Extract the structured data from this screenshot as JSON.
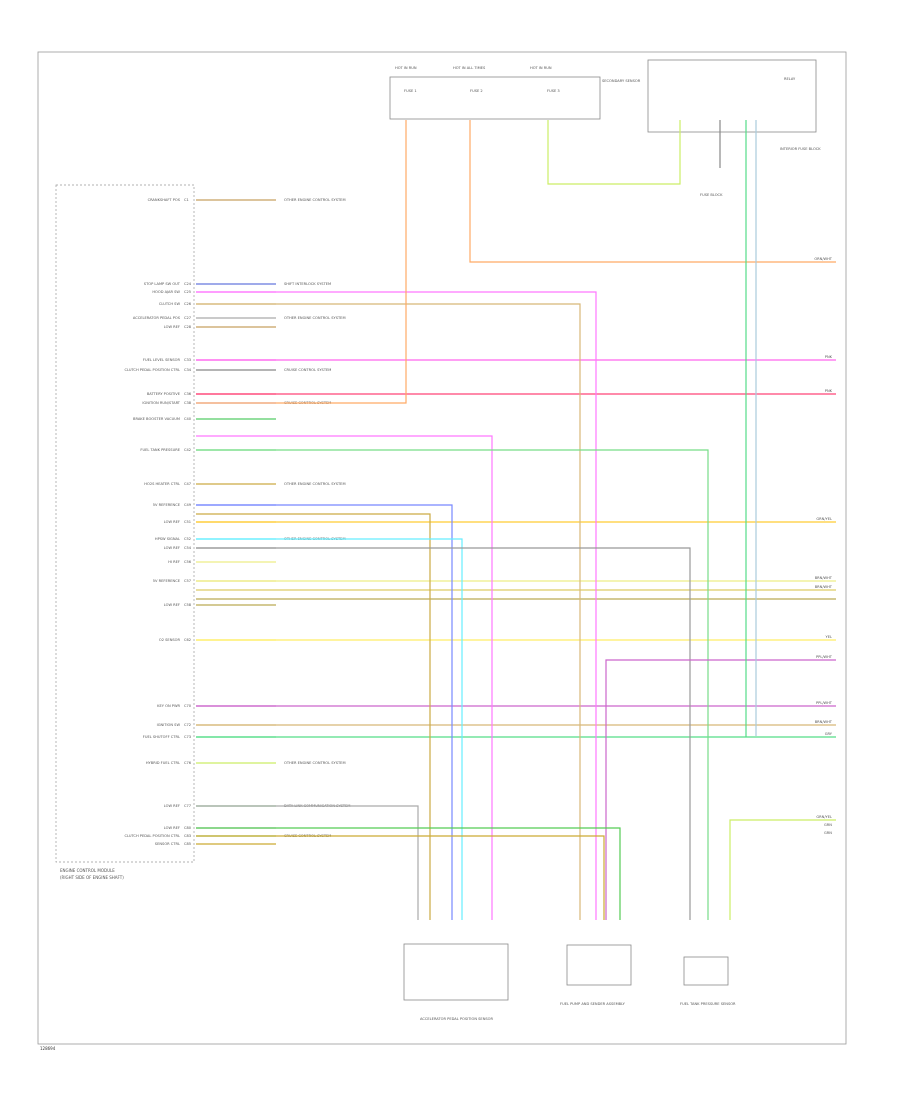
{
  "figure_id": "128694",
  "ecm_title": "ENGINE CONTROL MODULE",
  "ecm_sub": "(RIGHT SIDE OF ENGINE SHAFT)",
  "ecm_pins": [
    {
      "label": "CRANKSHAFT POS",
      "circuit": "C1",
      "color": "#c8a060",
      "note": "OTHER ENGINE CONTROL SYSTEM"
    },
    {
      "label": "STOP LAMP SW OUT",
      "circuit": "C24",
      "color": "#6677dd",
      "note": "SHIFT INTERLOCK SYSTEM"
    },
    {
      "label": "HOOD AJAR SW",
      "circuit": "C25",
      "color": "#ff77ff",
      "note": ""
    },
    {
      "label": "CLUTCH SW",
      "circuit": "C26",
      "color": "#d8b878",
      "note": ""
    },
    {
      "label": "ACCELERATOR PEDAL POS",
      "circuit": "C27",
      "color": "#aaaaaa",
      "note": "OTHER ENGINE CONTROL SYSTEM"
    },
    {
      "label": "LOW REF",
      "circuit": "C28",
      "color": "#c8a060",
      "note": ""
    },
    {
      "label": "FUEL LEVEL SENSOR",
      "circuit": "C33",
      "color": "#ff66ee",
      "note": ""
    },
    {
      "label": "CLUTCH PEDAL POSITION CTRL",
      "circuit": "C34",
      "color": "#888888",
      "note": "CRUISE CONTROL SYSTEM"
    },
    {
      "label": "BATTERY POSITIVE",
      "circuit": "C36",
      "color": "#ff4477",
      "note": ""
    },
    {
      "label": "IGNITION RUN/START",
      "circuit": "C38",
      "color": "#9999ff",
      "note": "CRUISE CONTROL SYSTEM"
    },
    {
      "label": "BRAKE BOOSTER VACUUM",
      "circuit": "C40",
      "color": "#55cc66",
      "note": ""
    },
    {
      "label": "FUEL TANK PRESSURE",
      "circuit": "C42",
      "color": "#77dd88",
      "note": ""
    },
    {
      "label": "HO2S HEATER CTRL",
      "circuit": "C47",
      "color": "#ccaa44",
      "note": "OTHER ENGINE CONTROL SYSTEM"
    },
    {
      "label": "5V REFERENCE",
      "circuit": "C49",
      "color": "#7788ff",
      "note": ""
    },
    {
      "label": "LOW REF",
      "circuit": "C51",
      "color": "#ffcc33",
      "note": ""
    },
    {
      "label": "HPSW SIGNAL",
      "circuit": "C52",
      "color": "#66eeff",
      "note": "OTHER ENGINE CONTROL SYSTEM"
    },
    {
      "label": "LOW REF",
      "circuit": "C54",
      "color": "#999999",
      "note": ""
    },
    {
      "label": "HI REF",
      "circuit": "C56",
      "color": "#eeee88",
      "note": ""
    },
    {
      "label": "5V REFERENCE",
      "circuit": "C57",
      "color": "#ddcc66",
      "note": ""
    },
    {
      "label": "LOW REF",
      "circuit": "C58",
      "color": "#bbaa55",
      "note": ""
    },
    {
      "label": "O2 SENSOR",
      "circuit": "C62",
      "color": "#ffee66",
      "note": ""
    },
    {
      "label": "KEY ON PWR",
      "circuit": "C70",
      "color": "#cc66cc",
      "note": ""
    },
    {
      "label": "IGNITION SW",
      "circuit": "C72",
      "color": "#d8b878",
      "note": ""
    },
    {
      "label": "FUEL SHUTOFF CTRL",
      "circuit": "C73",
      "color": "#55dd88",
      "note": ""
    },
    {
      "label": "HYBRID FUEL CTRL",
      "circuit": "C76",
      "color": "#ccee66",
      "note": "OTHER ENGINE CONTROL SYSTEM"
    },
    {
      "label": "LOW REF",
      "circuit": "C77",
      "color": "#55cc55",
      "note": "DATA LINK COMMUNICATION SYSTEM"
    },
    {
      "label": "LOW REF",
      "circuit": "C80",
      "color": "#aaaaaa",
      "note": ""
    },
    {
      "label": "CLUTCH PEDAL POSITION CTRL",
      "circuit": "C83",
      "color": "#55cc55",
      "note": "CRUISE CONTROL SYSTEM"
    },
    {
      "label": "SENSOR CTRL",
      "circuit": "C85",
      "color": "#ccaa33",
      "note": ""
    }
  ],
  "fuses": [
    {
      "label": "HOT IN RUN",
      "name": "FUSE 1"
    },
    {
      "label": "HOT IN ALL TIMES",
      "name": "FUSE 2"
    },
    {
      "label": "HOT IN RUN",
      "name": "FUSE 3"
    }
  ],
  "top_components": [
    "SECONDARY SENSOR",
    "RELAY",
    "FUSE BLOCK",
    "INTERIOR FUSE BLOCK"
  ],
  "bottom_components": [
    {
      "name": "ACCELERATOR PEDAL POSITION SENSOR"
    },
    {
      "name": "FUEL PUMP AND SENDER ASSEMBLY"
    },
    {
      "name": "FUEL TANK PRESSURE SENSOR"
    }
  ],
  "right_labels": [
    "ORN/WHT",
    "PNK",
    "PNK",
    "GRN/YEL",
    "BRN/WHT",
    "BRN/WHT",
    "YEL",
    "PPL/WHT",
    "PPL/WHT",
    "BRN/WHT",
    "GRY",
    "GRN/YEL",
    "GRN",
    "GRN"
  ]
}
